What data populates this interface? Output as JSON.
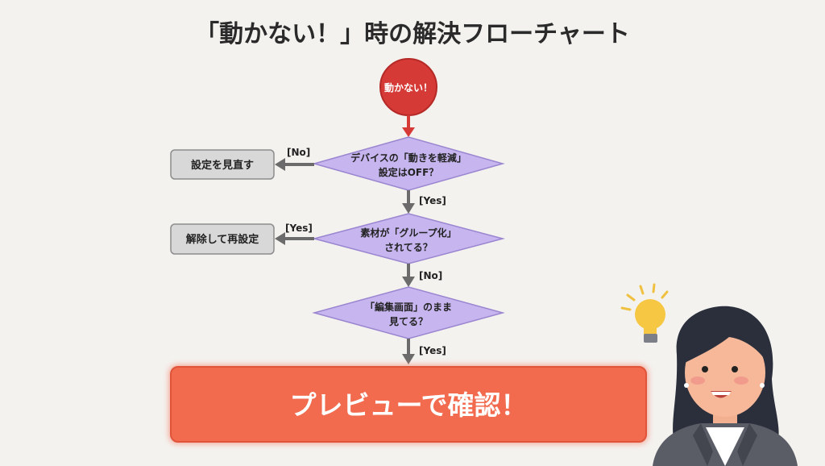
{
  "title": "「動かない！」時の解決フローチャート",
  "start": {
    "label": "動かない！"
  },
  "decisions": [
    {
      "line1": "デバイスの「動きを軽減」",
      "line2": "設定はOFF？",
      "side_label": "[No]",
      "down_label": "[Yes]"
    },
    {
      "line1": "素材が「グループ化」",
      "line2": "されてる？",
      "side_label": "[Yes]",
      "down_label": "[No]"
    },
    {
      "line1": "「編集画面」のまま",
      "line2": "見てる？",
      "down_label": "[Yes]"
    }
  ],
  "actions": [
    {
      "label": "設定を見直す"
    },
    {
      "label": "解除して再設定"
    }
  ],
  "result": {
    "label": "プレビューで確認！"
  },
  "colors": {
    "start": "#d63a36",
    "decision": "#c6b5ee",
    "action": "#d8d8d8",
    "result": "#f26b4f",
    "arrow": "#6b6b6b"
  }
}
